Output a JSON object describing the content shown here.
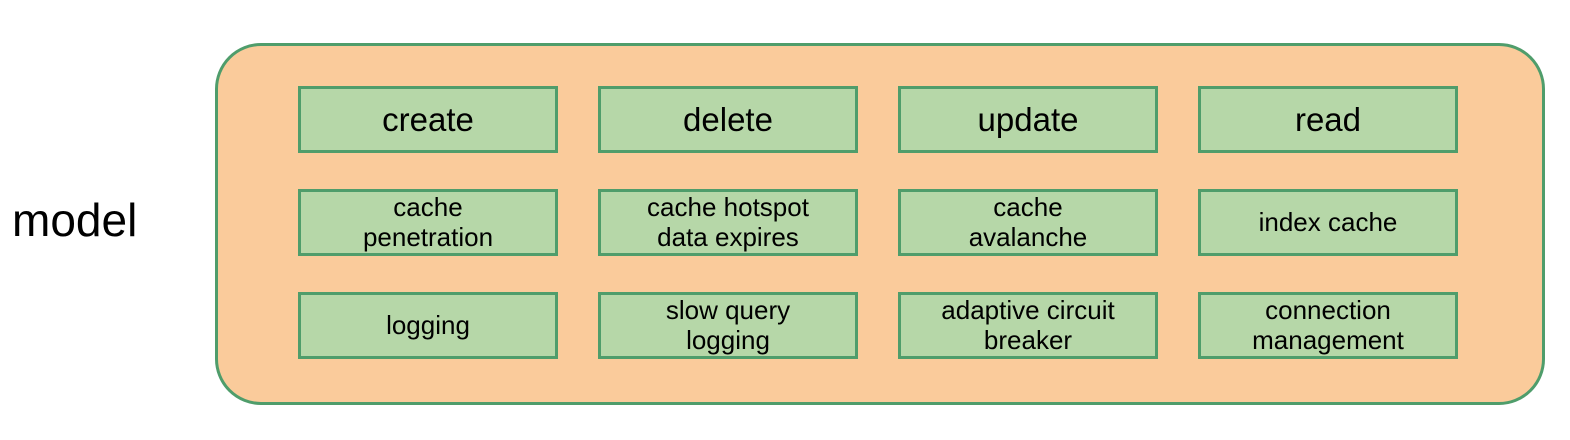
{
  "colors": {
    "container_fill": "#FACB9B",
    "container_border": "#4F9D6B",
    "box_fill": "#B6D7A8",
    "box_border": "#4F9D6B",
    "text_color": "#000000",
    "page_bg": "#FFFFFF"
  },
  "model_label": "model",
  "matrix": {
    "headers": [
      "create",
      "delete",
      "update",
      "read"
    ],
    "rows": [
      [
        "cache\npenetration",
        "cache hotspot\ndata expires",
        "cache\navalanche",
        "index cache"
      ],
      [
        "logging",
        "slow query\nlogging",
        "adaptive circuit\nbreaker",
        "connection\nmanagement"
      ]
    ]
  }
}
